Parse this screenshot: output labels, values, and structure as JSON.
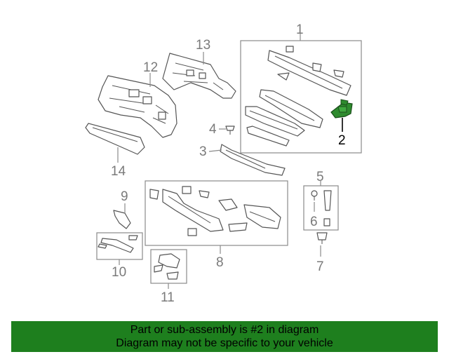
{
  "diagram": {
    "callouts": {
      "c1": "1",
      "c2": "2",
      "c3": "3",
      "c4": "4",
      "c5": "5",
      "c6": "6",
      "c7": "7",
      "c8": "8",
      "c9": "9",
      "c10": "10",
      "c11": "11",
      "c12": "12",
      "c13": "13",
      "c14": "14"
    },
    "highlight_color": "#2e8b2e"
  },
  "banner": {
    "line1": "Part or sub-assembly is #2 in diagram",
    "line2": "Diagram may not be specific to your vehicle",
    "background": "#1e7f1e"
  }
}
